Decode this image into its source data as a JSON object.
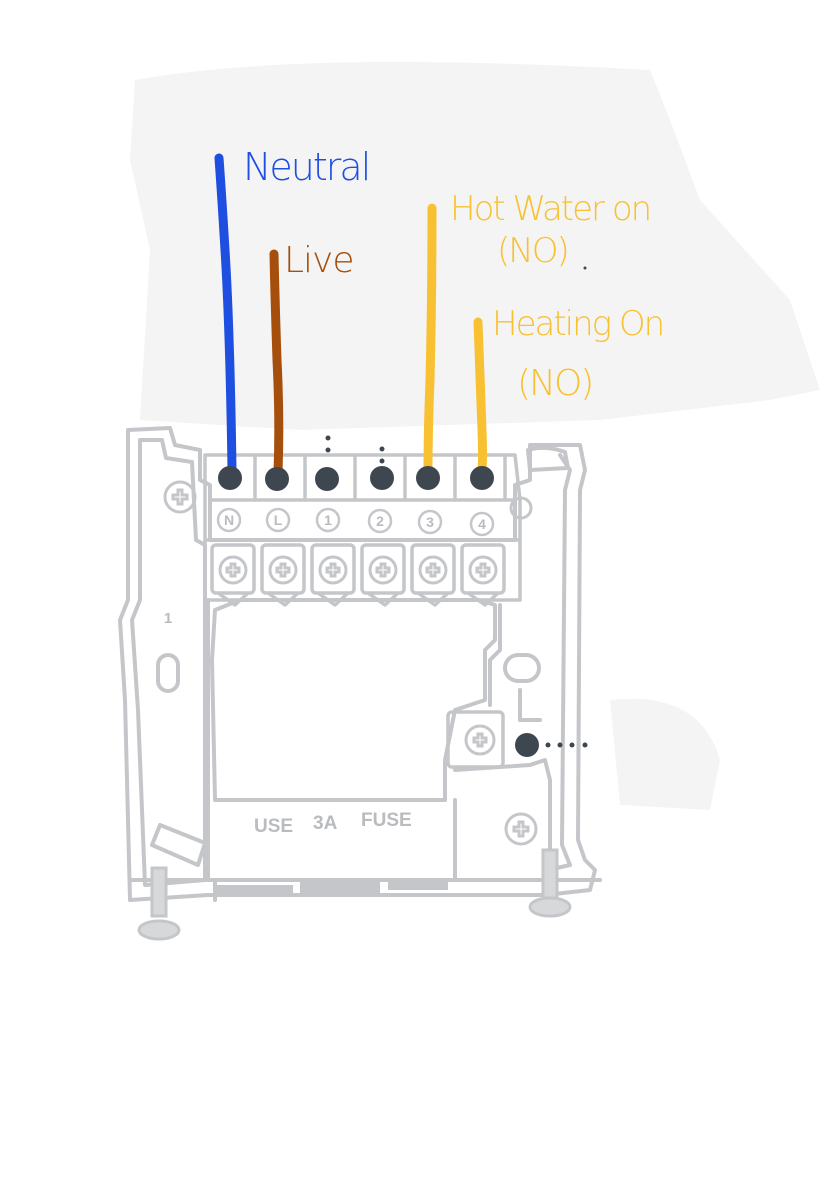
{
  "wire_labels": {
    "neutral": "Neutral",
    "live": "Live",
    "hot_water_line1": "Hot Water on",
    "hot_water_line2": "(NO)",
    "heating_line1": "Heating On",
    "heating_line2": "(NO)"
  },
  "terminal_labels": [
    "N",
    "L",
    "1",
    "2",
    "3",
    "4"
  ],
  "side_mark": "1",
  "fuse_text": [
    "USE",
    "3A",
    "FUSE"
  ],
  "colors": {
    "neutral": "#1f4fe0",
    "live": "#a64f0c",
    "hot_water": "#f8c132",
    "heating": "#f8c132",
    "plate_outline": "#c4c6c9",
    "terminal_dot": "#3e4750",
    "smudge": "#f3f3f3"
  },
  "icons": [
    "screw-icon",
    "terminal-dot-icon"
  ]
}
